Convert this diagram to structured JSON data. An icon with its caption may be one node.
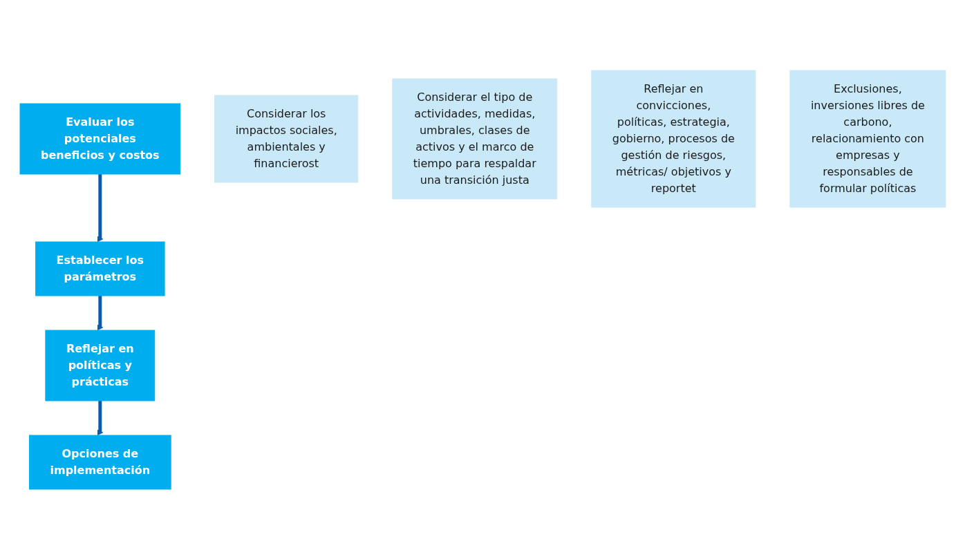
{
  "diagram": {
    "nodes": [
      {
        "text": [
          "Evaluar los potenciales beneficios y costos"
        ]
      },
      {
        "text": [
          "Considerar los impactos sociales, ambientales y financierost"
        ]
      },
      {
        "text": [
          "Establecer los parámetros"
        ]
      },
      {
        "text": [
          "Considerar el tipo de actividades, medidas, umbrales, clases de activos y el marco de tiempo para respaldar una transición justa"
        ]
      },
      {
        "text": [
          "Reflejar en políticas y prácticas"
        ]
      },
      {
        "text": [
          "Reflejar en convicciones, políticas, estrategia, gobierno, procesos de gestión de riesgos, métricas/ objetivos y reportet"
        ]
      },
      {
        "text": [
          "Opciones de implementación"
        ]
      },
      {
        "text": [
          "Exclusiones, inversiones libres de carbono, relacionamiento con empresas y responsables de formular políticas"
        ]
      }
    ],
    "edges": [
      {
        "from": 0,
        "to": 2,
        "arrow": "to"
      },
      {
        "from": 2,
        "to": 4,
        "arrow": "to"
      },
      {
        "from": 4,
        "to": 6,
        "arrow": "to"
      }
    ]
  }
}
